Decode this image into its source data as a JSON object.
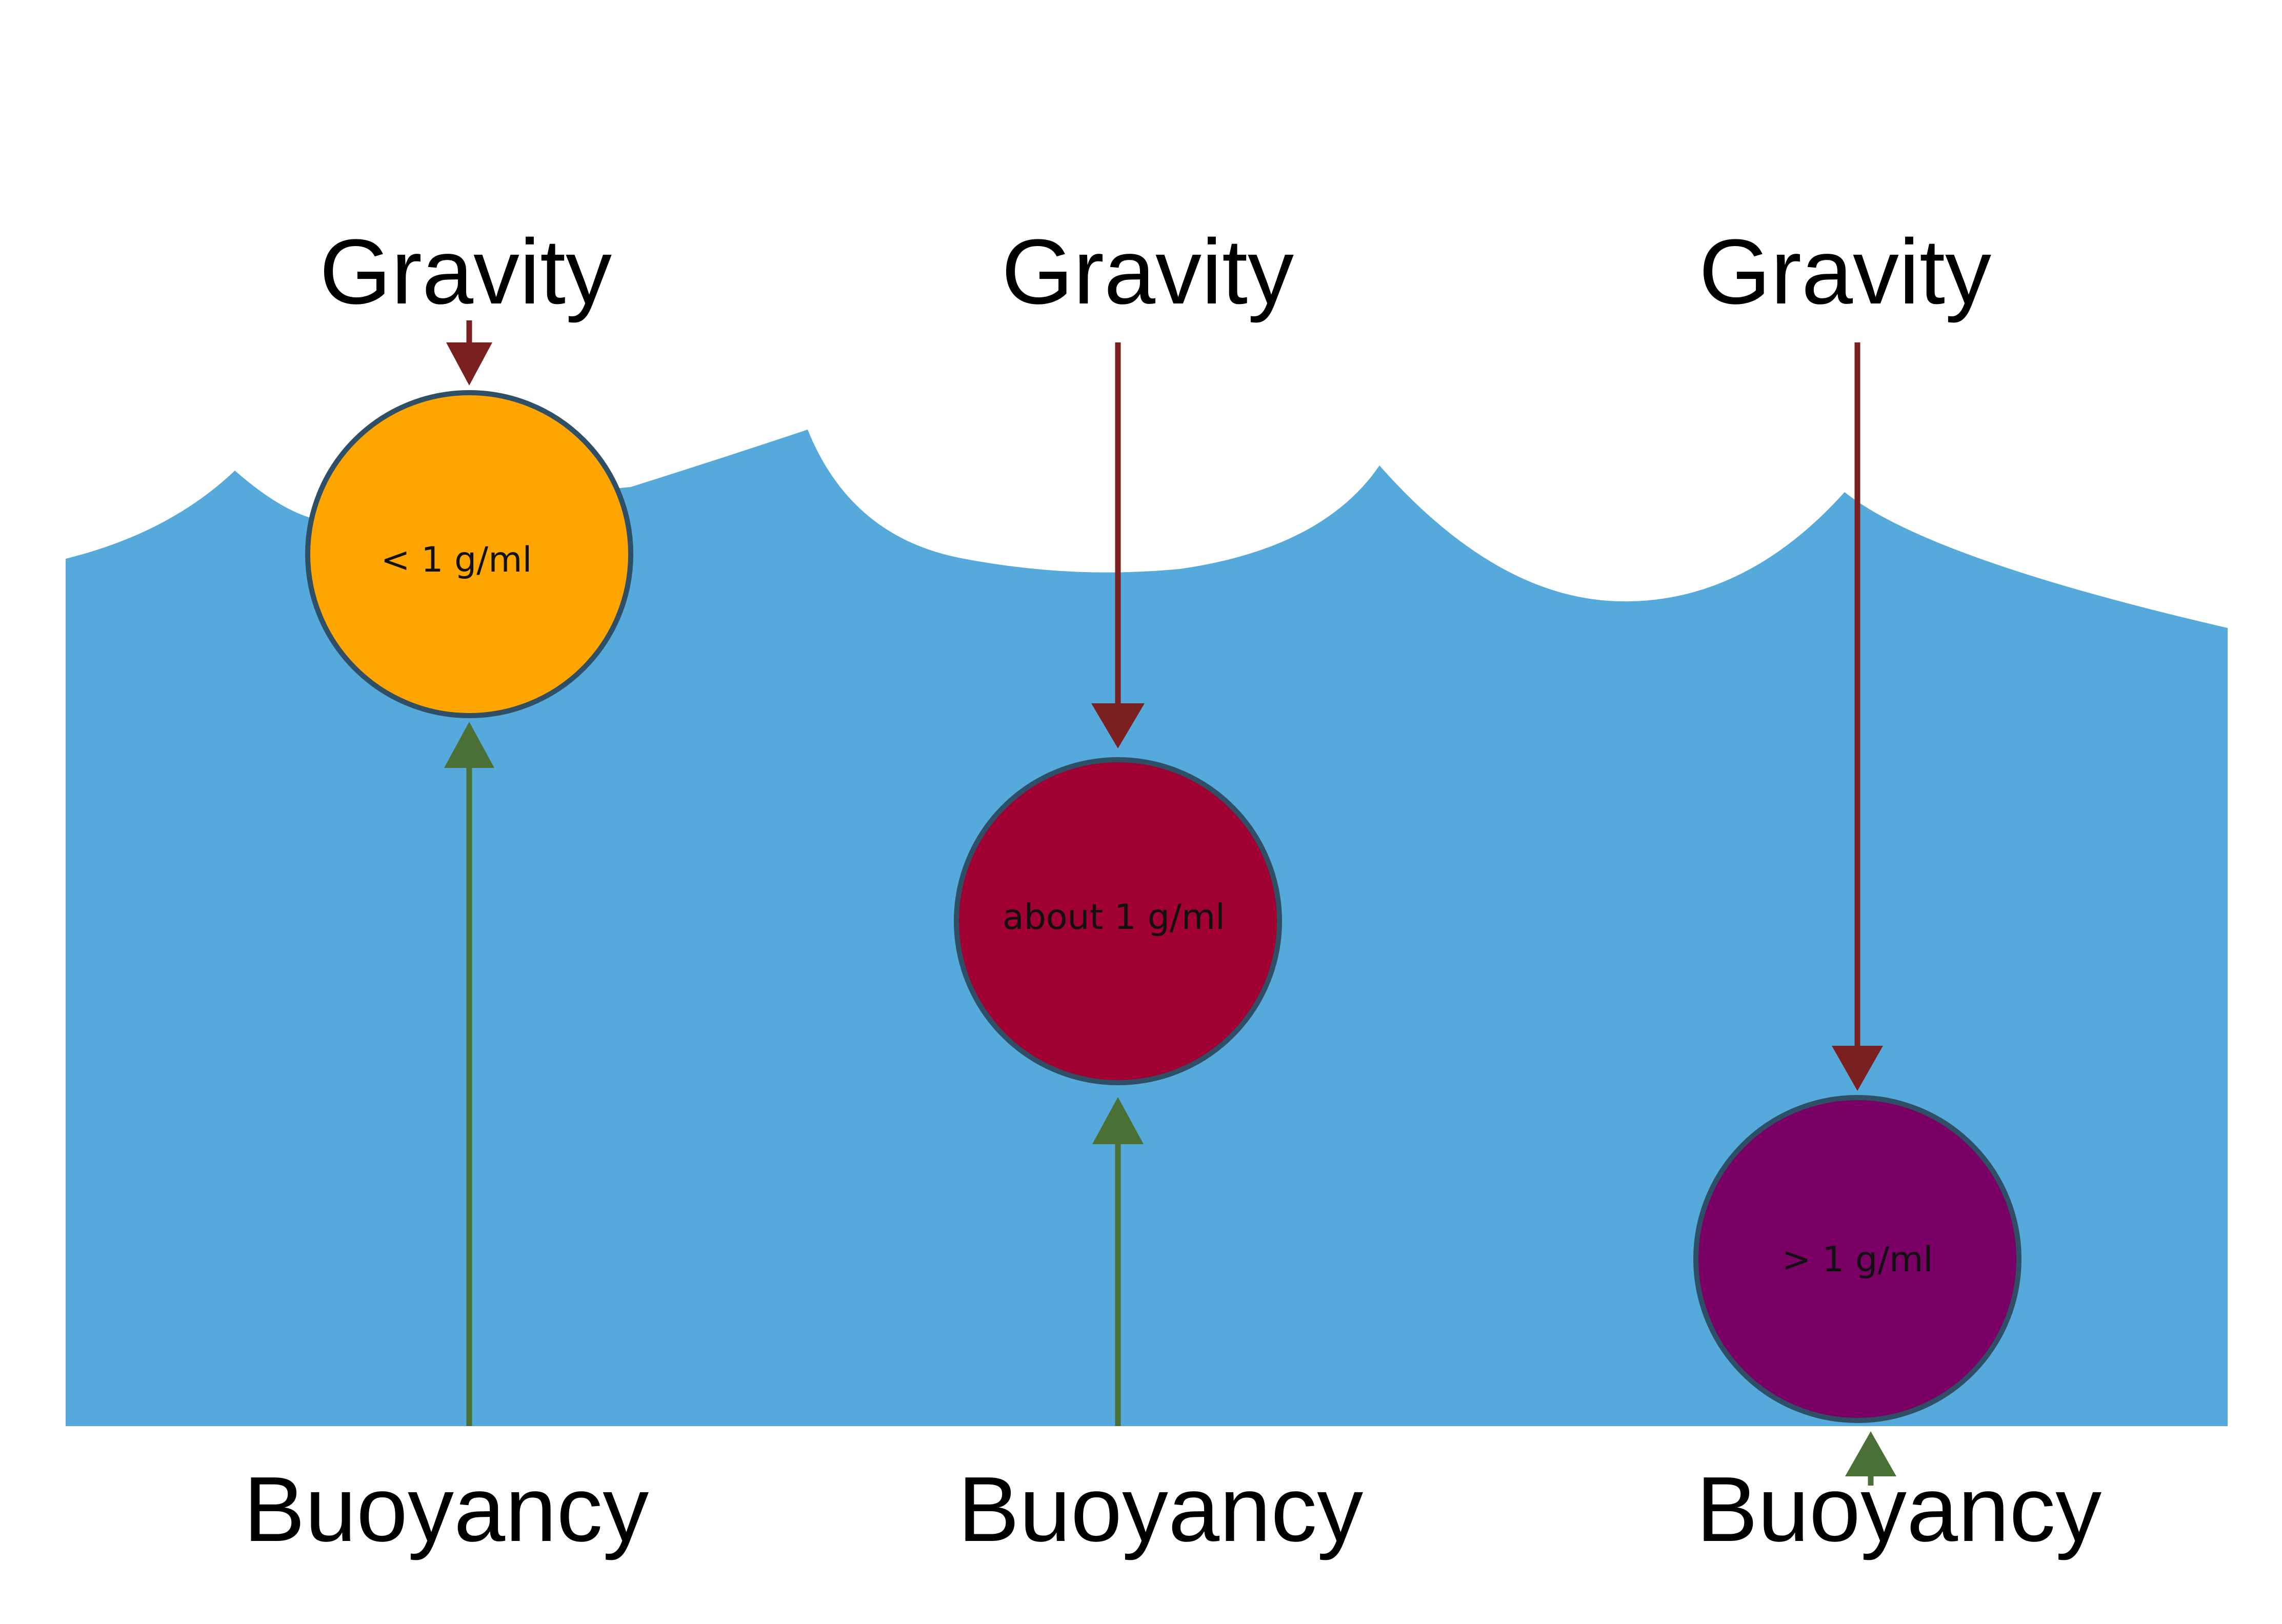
{
  "colors": {
    "water": "#55AADB",
    "gravity_arrow": "#7B2020",
    "buoyancy_arrow": "#4A7035",
    "ball_outline": "#2F4F66",
    "background": "#FFFFFF"
  },
  "objects": [
    {
      "id": "floating",
      "density_label": "< 1 g/ml",
      "fill": "#FFA500",
      "gravity_label": "Gravity",
      "buoyancy_label": "Buoyancy"
    },
    {
      "id": "suspended",
      "density_label": "about 1 g/ml",
      "fill": "#A00032",
      "gravity_label": "Gravity",
      "buoyancy_label": "Buoyancy"
    },
    {
      "id": "sinking",
      "density_label": "> 1 g/ml",
      "fill": "#7A0066",
      "gravity_label": "Gravity",
      "buoyancy_label": "Buoyancy"
    }
  ]
}
